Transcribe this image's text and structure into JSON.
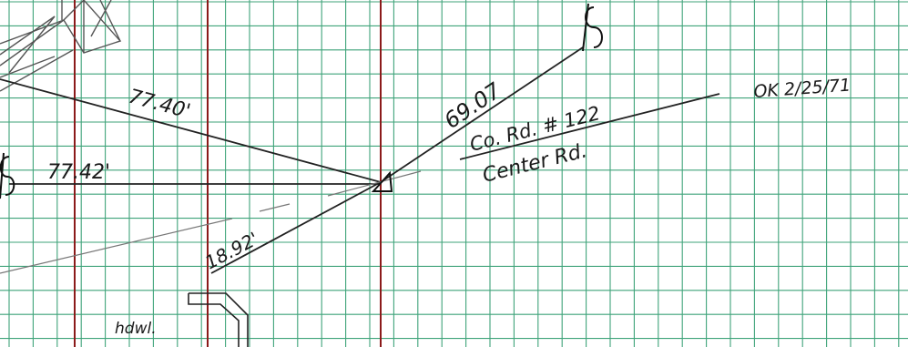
{
  "colors": {
    "paper": "#ffffff",
    "grid": "#3fa37a",
    "accent_line": "#8b1a1a",
    "ink": "#1a1a1a",
    "pencil": "#555555"
  },
  "labels": {
    "dist_upper_left": "77.40'",
    "dist_left": "77.42'",
    "dist_upper_right": "69.07",
    "dist_lower": "18.92'",
    "road_name": "Co. Rd. # 122",
    "road_alt_name": "Center Rd.",
    "check_note": "OK 2/25/71",
    "hdwl_note": "hdwl."
  },
  "icons": {
    "property_line_symbol": "property-line-symbol-icon",
    "station_triangle": "triangle-station-icon",
    "headwall_shape": "headwall-icon"
  }
}
